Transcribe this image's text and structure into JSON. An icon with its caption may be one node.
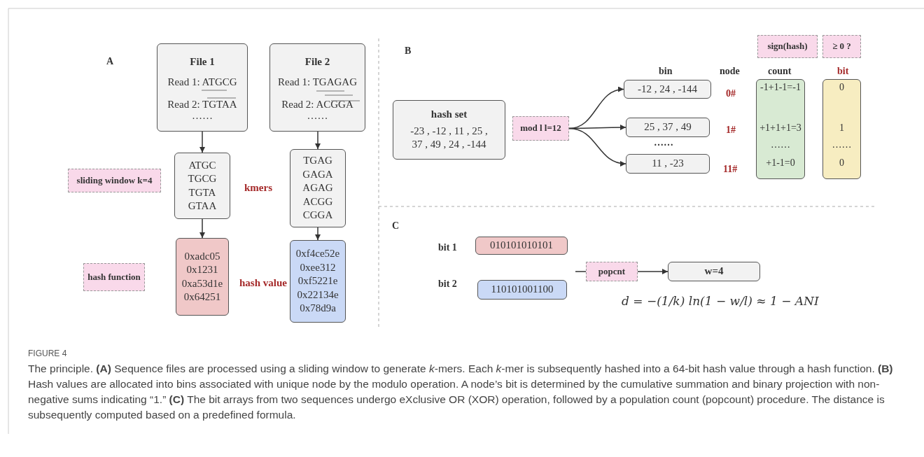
{
  "diagram": {
    "title": "FIGURE 4",
    "caption": "The principle. **(A)** Sequence files are processed using a sliding window to generate *k*-mers. Each *k*-mer is subsequently hashed into a 64-bit hash value through a hash function. **(B)** Hash values are allocated into bins associated with unique node by the modulo operation. A node’s bit is determined by the cumulative summation and binary projection with non-negative sums indicating “1.” **(C)** The bit arrays from two sequences undergo eXclusive OR (XOR) operation, followed by a population count (popcount) procedure. The distance is subsequently computed based on a predefined formula.",
    "nodes": [
      {
        "text": [
          "File 1",
          "Read 1: ATGCG",
          "Read 2: TGTAA",
          "……"
        ]
      },
      {
        "text": [
          "File 2",
          "Read 1: TGAGAG",
          "Read 2: ACGGA",
          "……"
        ]
      },
      {
        "text": [
          "ATGC TGCG TGTA GTAA"
        ]
      },
      {
        "text": [
          "TGAG GAGA AGAG ACGG CGGA"
        ]
      },
      {
        "text": [
          "0xadc05 0x1231 0xa53d1e 0x64251"
        ]
      },
      {
        "text": [
          "0xf4ce52e 0xee312 0xf5221e 0x22134e 0x78d9a"
        ]
      },
      {
        "text": [
          "sliding window k=4"
        ]
      },
      {
        "text": [
          "hash function"
        ]
      },
      {
        "text": [
          "hash set",
          "-23 , -12 , 11 , 25 , 37 , 49 , 24 , -144"
        ]
      },
      {
        "text": [
          "mod l l=12"
        ]
      },
      {
        "text": [
          "-12 , 24 , -144"
        ]
      },
      {
        "text": [
          "25 , 37 , 49"
        ]
      },
      {
        "text": [
          "11 , -23"
        ]
      },
      {
        "text": [
          "sign(hash)"
        ]
      },
      {
        "text": [
          "≥ 0 ?"
        ]
      },
      {
        "text": [
          "-1+1-1=-1",
          "+1+1+1=3",
          "……",
          "+1-1=0"
        ]
      },
      {
        "text": [
          "0",
          "1",
          "……",
          "0"
        ]
      },
      {
        "text": [
          "010101010101"
        ]
      },
      {
        "text": [
          "110101001100"
        ]
      },
      {
        "text": [
          "popcnt"
        ]
      },
      {
        "text": [
          "w=4"
        ]
      }
    ],
    "edges": [
      {
        "from": 0,
        "to": 2,
        "arrow": "to"
      },
      {
        "from": 2,
        "to": 4,
        "arrow": "to"
      },
      {
        "from": 1,
        "to": 3,
        "arrow": "to"
      },
      {
        "from": 3,
        "to": 5,
        "arrow": "to"
      },
      {
        "from": 9,
        "to": 10,
        "arrow": "to"
      },
      {
        "from": 9,
        "to": 11,
        "arrow": "to"
      },
      {
        "from": 9,
        "to": 12,
        "arrow": "to"
      },
      {
        "from": null,
        "to": 19,
        "arrow": "none"
      },
      {
        "from": 19,
        "to": 20,
        "arrow": "to"
      }
    ],
    "labels": [
      "A",
      "kmers",
      "hash value",
      "B",
      "bin",
      "node",
      "count",
      "bit",
      "0#",
      "1#",
      "……",
      "11#",
      "C",
      "bit 1",
      "bit 2",
      "d = −(1/k) ln(1 − w/l) ≈ 1 − ANI"
    ]
  }
}
